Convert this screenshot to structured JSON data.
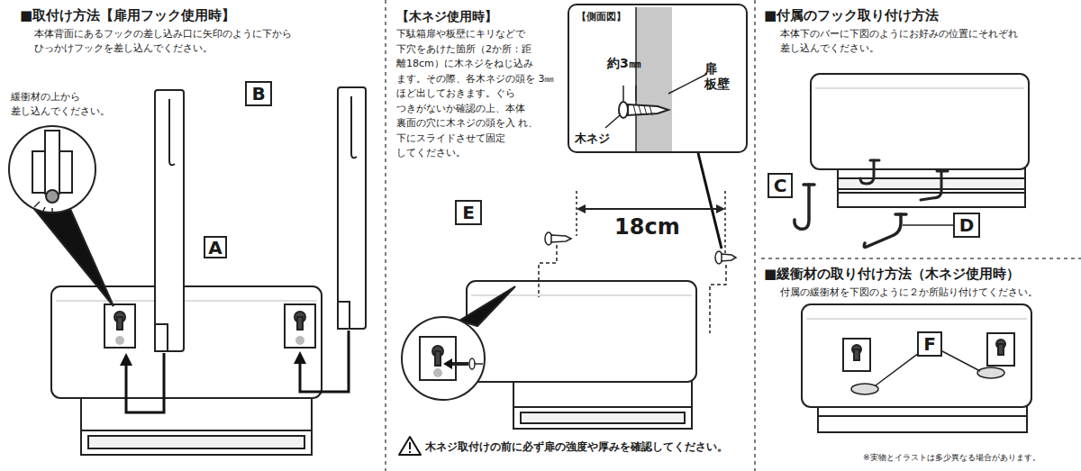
{
  "diagram": {
    "nodes": [
      {
        "text": [
          "B"
        ]
      },
      {
        "text": [
          "A"
        ]
      },
      {
        "text": [
          "【側面図】",
          "約3㎜",
          "扉 板壁",
          "木ネジ"
        ]
      },
      {
        "text": [
          "E"
        ]
      },
      {
        "text": [
          "C"
        ]
      },
      {
        "text": [
          "D"
        ]
      },
      {
        "text": [
          "F"
        ]
      }
    ],
    "labels": [
      "■取付け方法【扉用フック使用時】",
      "本体背面にあるフックの差し込み口に矢印のように下から ひっかけフックを差し込んでください。",
      "緩衝材の上から 差し込んでください。",
      "【木ネジ使用時】",
      "下駄箱扉や板壁にキリなどで 下穴をあけた箇所（2か所：距 離18cm）に木ネジをねじ込み ます。その際、各木ネジの頭を 3㎜ほど出しておきます。ぐら つきがないか確認の上、本体 裏面の穴に木ネジの頭を入 れ、下にスライドさせて固定 してください。",
      "18cm",
      "木ネジ取付けの前に必ず扉の強度や厚みを確認してください。",
      "■付属のフック取り付け方法",
      "本体下のバーに下図のようにお好みの位置にそれぞれ 差し込んでください。",
      "■緩衝材の取り付け方法（木ネジ使用時）",
      "付属の緩衝材を下図のように２か所貼り付けてください。",
      "※実物とイラストは多少異なる場合があります。"
    ]
  }
}
